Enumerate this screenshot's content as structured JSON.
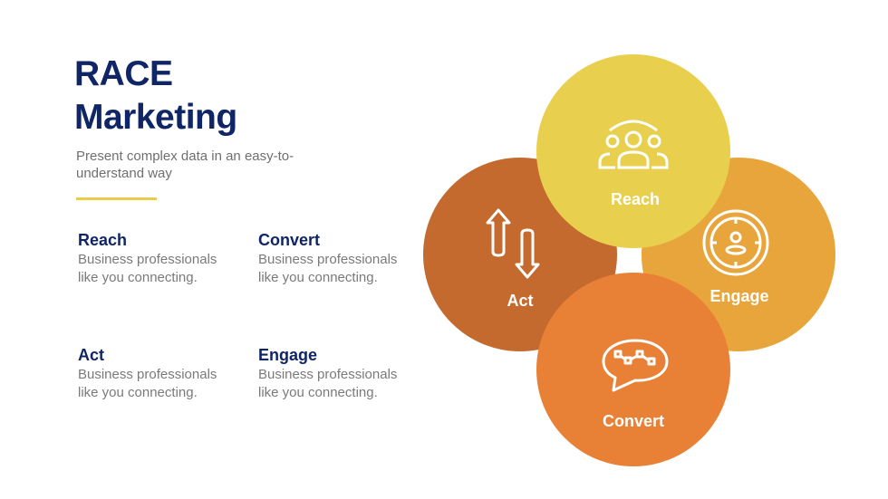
{
  "title_line1": "RACE",
  "title_line2": "Marketing",
  "subtitle": "Present complex data in an easy-to-understand way",
  "items": [
    {
      "heading": "Reach",
      "body": "Business professionals like you connecting."
    },
    {
      "heading": "Convert",
      "body": "Business professionals like you connecting."
    },
    {
      "heading": "Act",
      "body": "Business professionals like you connecting."
    },
    {
      "heading": "Engage",
      "body": "Business professionals like you connecting."
    }
  ],
  "diagram": {
    "reach": {
      "label": "Reach",
      "color": "#E8D04E",
      "icon": "people-group-icon"
    },
    "act": {
      "label": "Act",
      "color": "#C46A2E",
      "icon": "up-down-arrows-icon"
    },
    "engage": {
      "label": "Engage",
      "color": "#E8A53C",
      "icon": "target-person-icon"
    },
    "convert": {
      "label": "Convert",
      "color": "#E88136",
      "icon": "chat-bubble-icon"
    }
  },
  "accent_color": "#E8CC4A",
  "title_color": "#0F2566"
}
